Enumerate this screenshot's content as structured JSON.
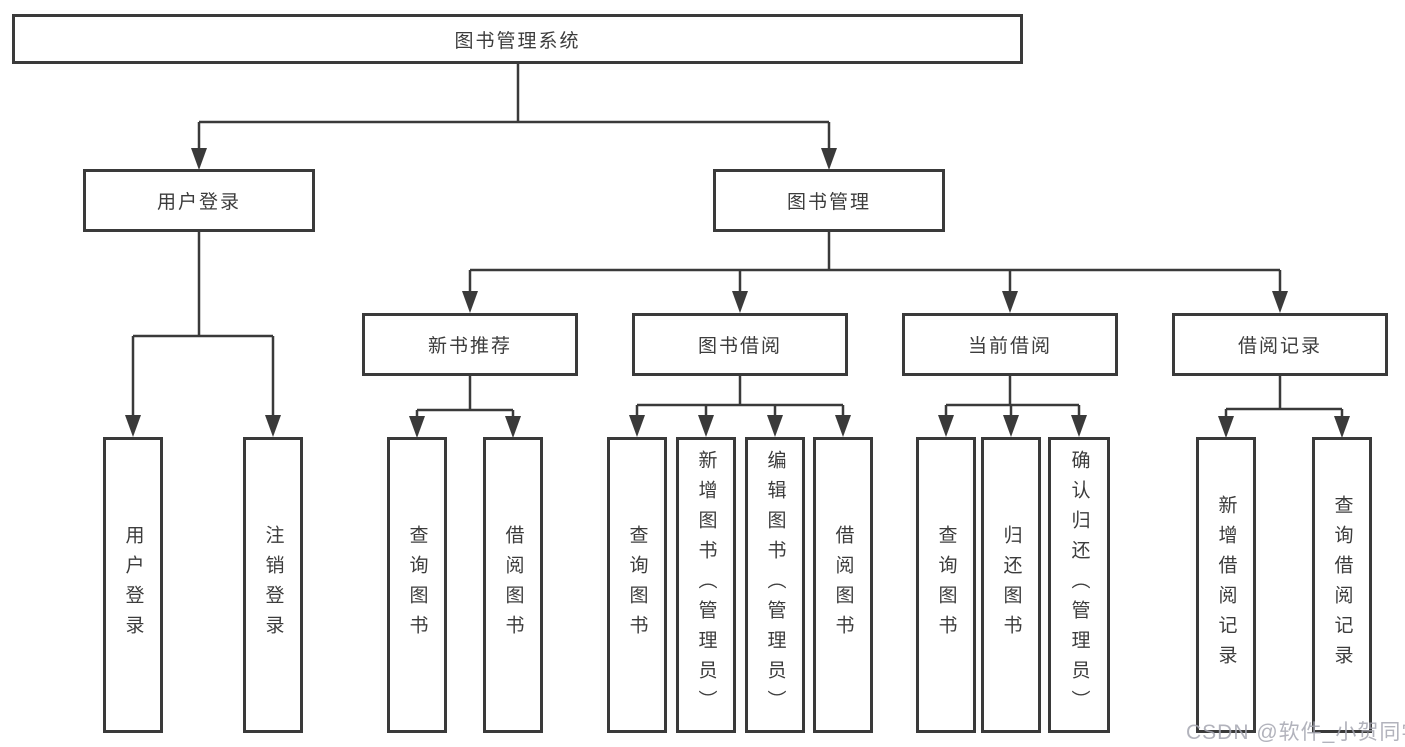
{
  "diagram": {
    "title": "图书管理系统",
    "level1": {
      "user_login": "用户登录",
      "book_mgmt": "图书管理"
    },
    "level2": {
      "new_books": "新书推荐",
      "borrowing": "图书借阅",
      "current": "当前借阅",
      "records": "借阅记录"
    },
    "leaves": {
      "user_login": [
        "用户登录",
        "注销登录"
      ],
      "new_books": [
        "查询图书",
        "借阅图书"
      ],
      "borrowing": [
        "查询图书",
        "新增图书（管理员）",
        "编辑图书（管理员）",
        "借阅图书"
      ],
      "current": [
        "查询图书",
        "归还图书",
        "确认归还（管理员）"
      ],
      "records": [
        "新增借阅记录",
        "查询借阅记录"
      ]
    }
  },
  "watermark": "CSDN @软件_小贺同学",
  "colors": {
    "line": "#3a3a3a",
    "box_border": "#3a3a3a",
    "text": "#3c3c3c",
    "background": "#ffffff",
    "watermark": "#a5a6b0"
  }
}
